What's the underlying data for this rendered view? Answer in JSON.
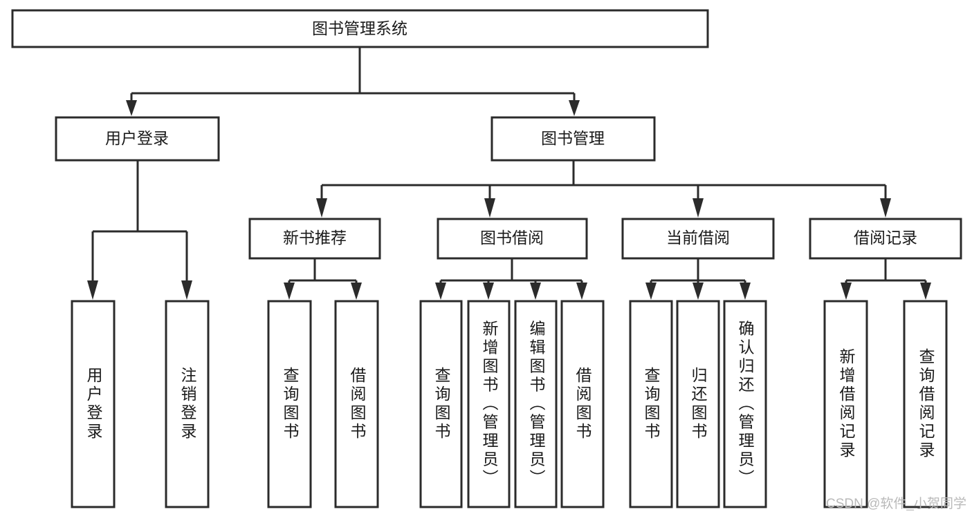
{
  "diagram": {
    "title": "图书管理系统",
    "type": "tree",
    "watermark": "CSDN @软件_小贺同学",
    "colors": {
      "box_fill": "#ffffff",
      "box_stroke": "#2b2b2b",
      "text": "#1a1a1a",
      "background": "#ffffff",
      "watermark": "#b9b9b9"
    },
    "levels": {
      "root": {
        "label": "图书管理系统"
      },
      "level2": [
        {
          "id": "user-login",
          "label": "用户登录"
        },
        {
          "id": "book-manage",
          "label": "图书管理"
        }
      ],
      "level3": [
        {
          "id": "new-book-recommend",
          "label": "新书推荐",
          "parent": "book-manage"
        },
        {
          "id": "book-borrow",
          "label": "图书借阅",
          "parent": "book-manage"
        },
        {
          "id": "current-borrow",
          "label": "当前借阅",
          "parent": "book-manage"
        },
        {
          "id": "borrow-record",
          "label": "借阅记录",
          "parent": "book-manage"
        }
      ],
      "leaves": {
        "user-login": [
          {
            "id": "leaf-user-login",
            "label": "用户登录"
          },
          {
            "id": "leaf-logout",
            "label": "注销登录"
          }
        ],
        "new-book-recommend": [
          {
            "id": "leaf-query-book-1",
            "label": "查询图书"
          },
          {
            "id": "leaf-borrow-book-1",
            "label": "借阅图书"
          }
        ],
        "book-borrow": [
          {
            "id": "leaf-query-book-2",
            "label": "查询图书"
          },
          {
            "id": "leaf-add-book",
            "label": "新增图书（管理员）"
          },
          {
            "id": "leaf-edit-book",
            "label": "编辑图书（管理员）"
          },
          {
            "id": "leaf-borrow-book-2",
            "label": "借阅图书"
          }
        ],
        "current-borrow": [
          {
            "id": "leaf-query-book-3",
            "label": "查询图书"
          },
          {
            "id": "leaf-return-book",
            "label": "归还图书"
          },
          {
            "id": "leaf-confirm-return",
            "label": "确认归还（管理员）"
          }
        ],
        "borrow-record": [
          {
            "id": "leaf-add-record",
            "label": "新增借阅记录"
          },
          {
            "id": "leaf-query-record",
            "label": "查询借阅记录"
          }
        ]
      }
    }
  }
}
